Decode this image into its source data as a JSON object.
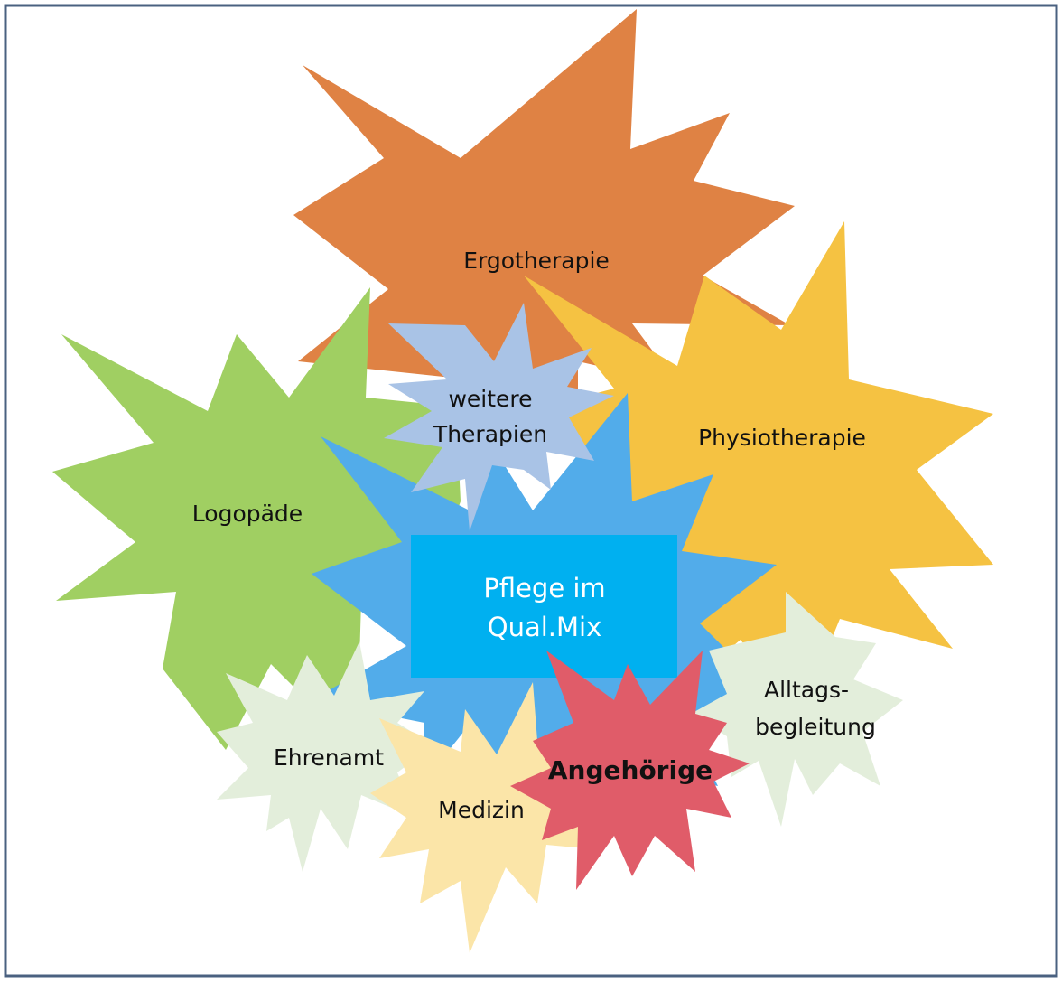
{
  "diagram": {
    "border_color": "#4a6180",
    "center": {
      "line1": "Pflege im",
      "line2": "Qual.Mix",
      "box_color": "#00b0f0",
      "star_color": "#52acea"
    },
    "nodes": {
      "ergotherapie": {
        "label": "Ergotherapie",
        "color": "#df8244"
      },
      "physiotherapie": {
        "label": "Physiotherapie",
        "color": "#f5c242"
      },
      "logopaede": {
        "label": "Logopäde",
        "color": "#a0cf62"
      },
      "weitere": {
        "line1": "weitere",
        "line2": "Therapien",
        "color": "#a9c3e6"
      },
      "alltag": {
        "line1": "Alltags-",
        "line2": "begleitung",
        "color": "#e3eedb"
      },
      "ehrenamt": {
        "label": "Ehrenamt",
        "color": "#e3eedb"
      },
      "medizin": {
        "label": "Medizin",
        "color": "#fbe5a8"
      },
      "angehoerige": {
        "label": "Angehörige",
        "color": "#e05c69"
      }
    }
  }
}
